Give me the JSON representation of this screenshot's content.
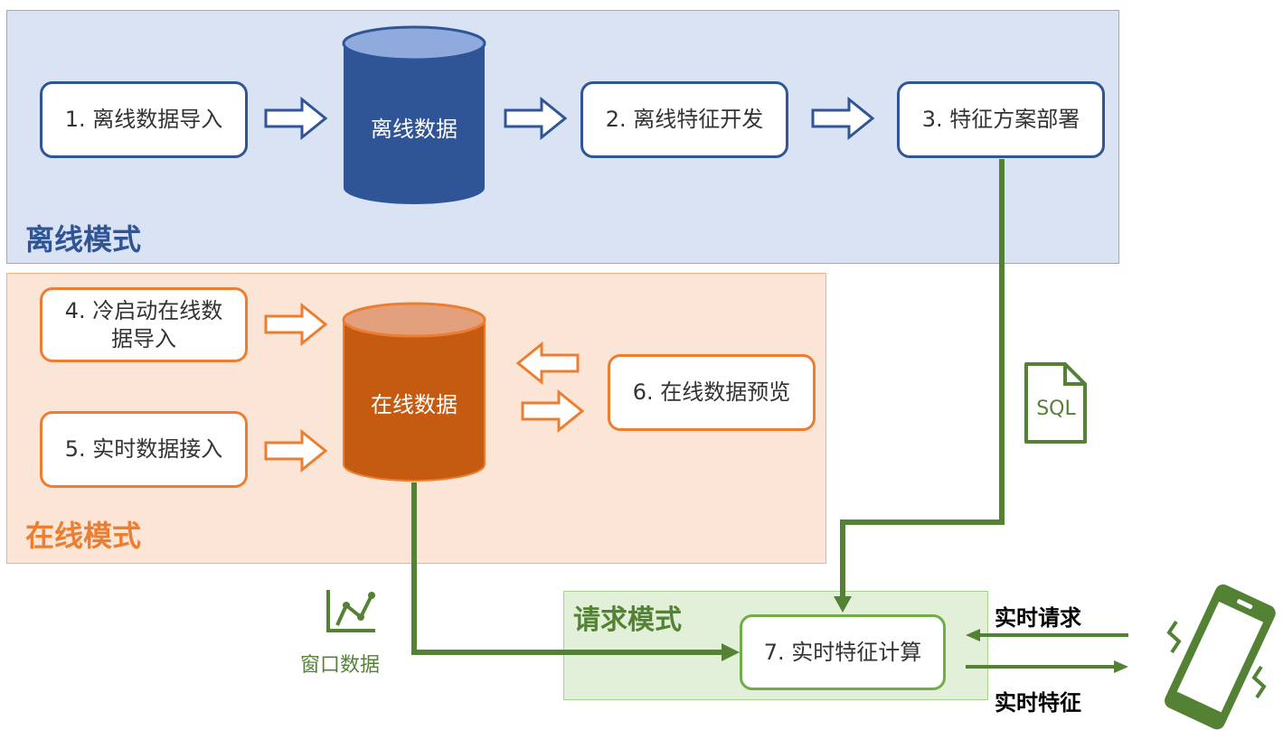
{
  "offline": {
    "section_label": "离线模式",
    "step1": "1. 离线数据导入",
    "database": "离线数据",
    "step2": "2. 离线特征开发",
    "step3": "3. 特征方案部署"
  },
  "online": {
    "section_label": "在线模式",
    "step4": "4. 冷启动在线数据导入",
    "step5": "5. 实时数据接入",
    "database": "在线数据",
    "step6": "6. 在线数据预览"
  },
  "request": {
    "section_label": "请求模式",
    "step7": "7. 实时特征计算",
    "incoming_label": "实时请求",
    "outgoing_label": "实时特征"
  },
  "sql_icon": {
    "text": "SQL"
  },
  "window_data": {
    "label": "窗口数据"
  },
  "colors": {
    "offline_panel_bg": "#dae3f3",
    "offline_accent": "#2f5597",
    "online_panel_bg": "#fbe5d6",
    "online_accent": "#ed7d31",
    "online_cylinder": "#c55a11",
    "request_panel_bg": "#e2f0d9",
    "green_line": "#548235",
    "green_border": "#70ad47"
  }
}
